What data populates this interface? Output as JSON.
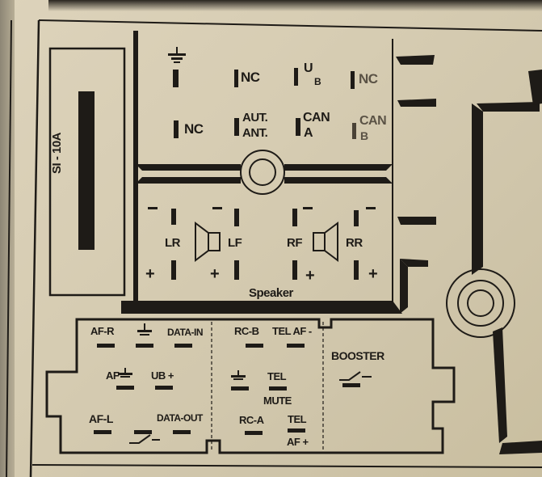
{
  "diagram": {
    "colors": {
      "ink": "#1e1b17",
      "paper": "#d6ccb2"
    },
    "fuse": {
      "label": "SI - 10A"
    },
    "top_connector": {
      "row1": [
        {
          "pin": "ground",
          "icon": "ground-icon"
        },
        {
          "pin": "NC"
        },
        {
          "pin": "U",
          "sub": "B"
        },
        {
          "pin": "NC"
        }
      ],
      "row2": [
        {
          "pin": "NC"
        },
        {
          "line1": "AUT.",
          "line2": "ANT."
        },
        {
          "line1": "CAN",
          "line2": "A"
        },
        {
          "line1": "CAN",
          "line2": "B"
        }
      ]
    },
    "speaker": {
      "title": "Speaker",
      "channels": [
        "LR",
        "LF",
        "RF",
        "RR"
      ],
      "minus": "−",
      "plus": "+"
    },
    "bottom_left": {
      "row1": [
        "AF-R",
        "DATA-IN"
      ],
      "row2": [
        "AF",
        "UB +"
      ],
      "row3": [
        "AF-L",
        "DATA-OUT"
      ]
    },
    "bottom_mid": {
      "row1": [
        "RC-B",
        "TEL AF -"
      ],
      "row2_tel": "TEL",
      "mute": "MUTE",
      "rca": "RC-A",
      "tel2": "TEL",
      "af_plus": "AF +"
    },
    "booster": {
      "label": "BOOSTER"
    }
  }
}
